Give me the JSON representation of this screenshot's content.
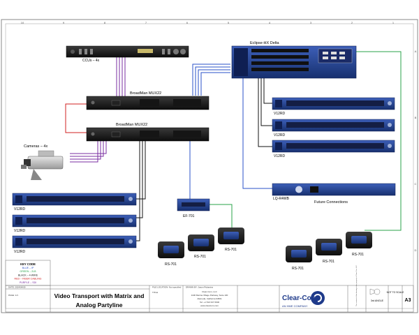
{
  "sheet": {
    "border_numbers": [
      "10",
      "9",
      "8",
      "7",
      "6",
      "5",
      "4",
      "3",
      "2",
      "1"
    ],
    "border_letters": [
      "A",
      "B",
      "C",
      "D"
    ]
  },
  "devices": {
    "ccu": "CCUs – 4x",
    "eclipse": "Eclipse-HX Delta",
    "mux1": "BroadMan MUX22",
    "mux2": "BroadMan MUX22",
    "cameras": "Cameras – 4x",
    "lq": "LQ-R4WB",
    "future": "Future Connections",
    "ef701": "EF-701",
    "v12rd": "V12RD",
    "rs701": "RS-701"
  },
  "key_code": {
    "title": "KEY CODE",
    "items": [
      {
        "text": "BLUE – IP",
        "color": "#2a52c8"
      },
      {
        "text": "GREEN – 2LB",
        "color": "#29a34a"
      },
      {
        "text": "BLACK – 4-WIRE",
        "color": "#111111"
      },
      {
        "text": "RED – FIBER CABLING",
        "color": "#d02020"
      },
      {
        "text": "PURPLE – SDI",
        "color": "#7a2ea0"
      }
    ]
  },
  "title_block": {
    "title_line1": "Video Transport with Matrix and",
    "title_line2": "Analog Partyline",
    "title_label": "TITLE",
    "file_label": "FILE LOCATION: Not specified",
    "date_label": "DATE: 2024/04/09",
    "page_label": "PAGE: 1/1",
    "drawn_label": "DRAWN BY: Jason Rukavina",
    "address1": "Clear-Com, LLC",
    "address2": "1100 Marina Village Parkway, Suite 100",
    "address3": "Alameda, California 94501",
    "address4": "Tel: +1 510 337 6600",
    "address5": "www.clearcom.com",
    "brand": "Clear-Com",
    "brand_sub": "AN HME COMPANY",
    "third_angle": "3rd ANGLE",
    "not_to_scale": "NOT TO SCALE",
    "size": "A3",
    "notice": "The content of this drawing is the property of Clear-Com LLC."
  },
  "colors": {
    "ip": "#2a52c8",
    "audio": "#29a34a",
    "fourwire": "#111111",
    "fiber": "#d02020",
    "sdi": "#7a2ea0",
    "device_blue": "#1e3a8a"
  }
}
